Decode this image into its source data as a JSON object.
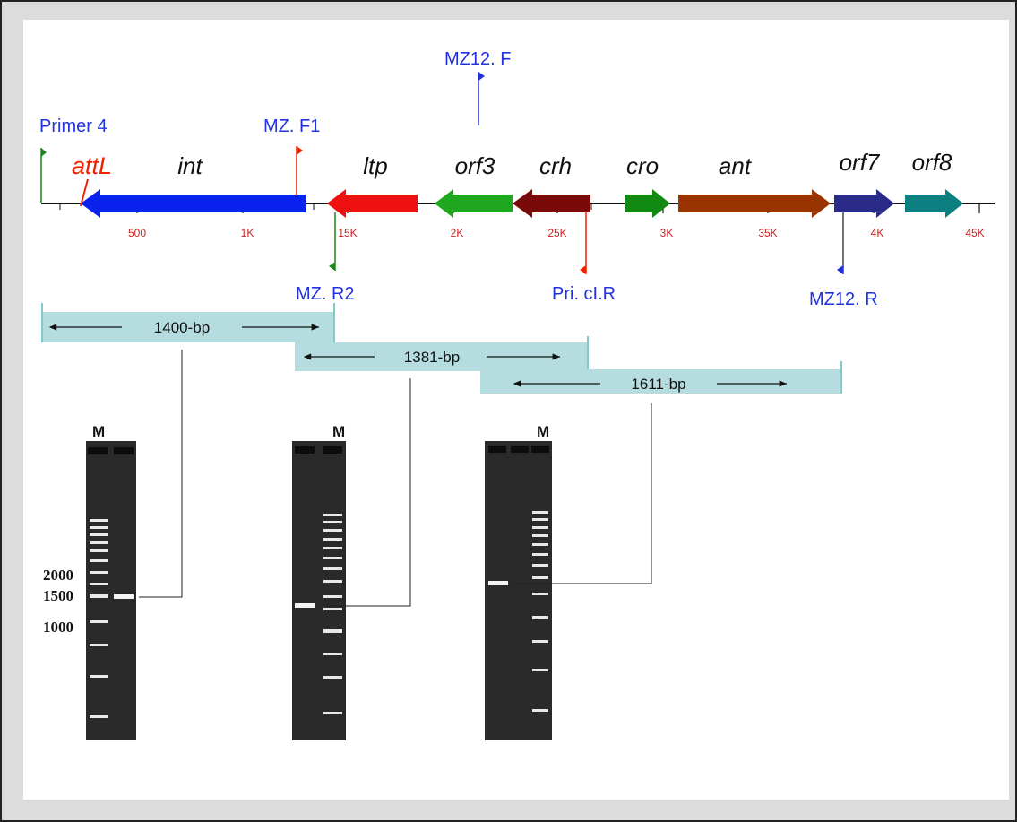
{
  "primers": {
    "mz12_f": "MZ12. F",
    "primer4": "Primer 4",
    "mz_f1": "MZ. F1",
    "mz_r2": "MZ. R2",
    "pri_clr": "Pri. cI.R",
    "mz12_r": "MZ12. R"
  },
  "site": {
    "attl": "attL"
  },
  "genes": [
    "int",
    "ltp",
    "orf3",
    "crh",
    "cro",
    "ant",
    "orf7",
    "orf8"
  ],
  "ticks": [
    "500",
    "1K",
    "15K",
    "2K",
    "25K",
    "3K",
    "35K",
    "4K",
    "45K"
  ],
  "amplicons": [
    "1400-bp",
    "1381-bp",
    "1611-bp"
  ],
  "gels": {
    "marker": "M",
    "ladder_sizes": [
      "2000",
      "1500",
      "1000"
    ]
  },
  "colors": {
    "primer_text": "#2233dd",
    "attl": "#ee2200",
    "tick_text": "#cc2222",
    "amplicon_box": "#b5dde0",
    "int": "#0a22ee",
    "ltp": "#ee1111",
    "orf3": "#1fa81f",
    "crh": "#7a0a0a",
    "cro": "#128a12",
    "ant": "#993300",
    "orf7": "#2a2a88",
    "orf8": "#0c8080"
  }
}
